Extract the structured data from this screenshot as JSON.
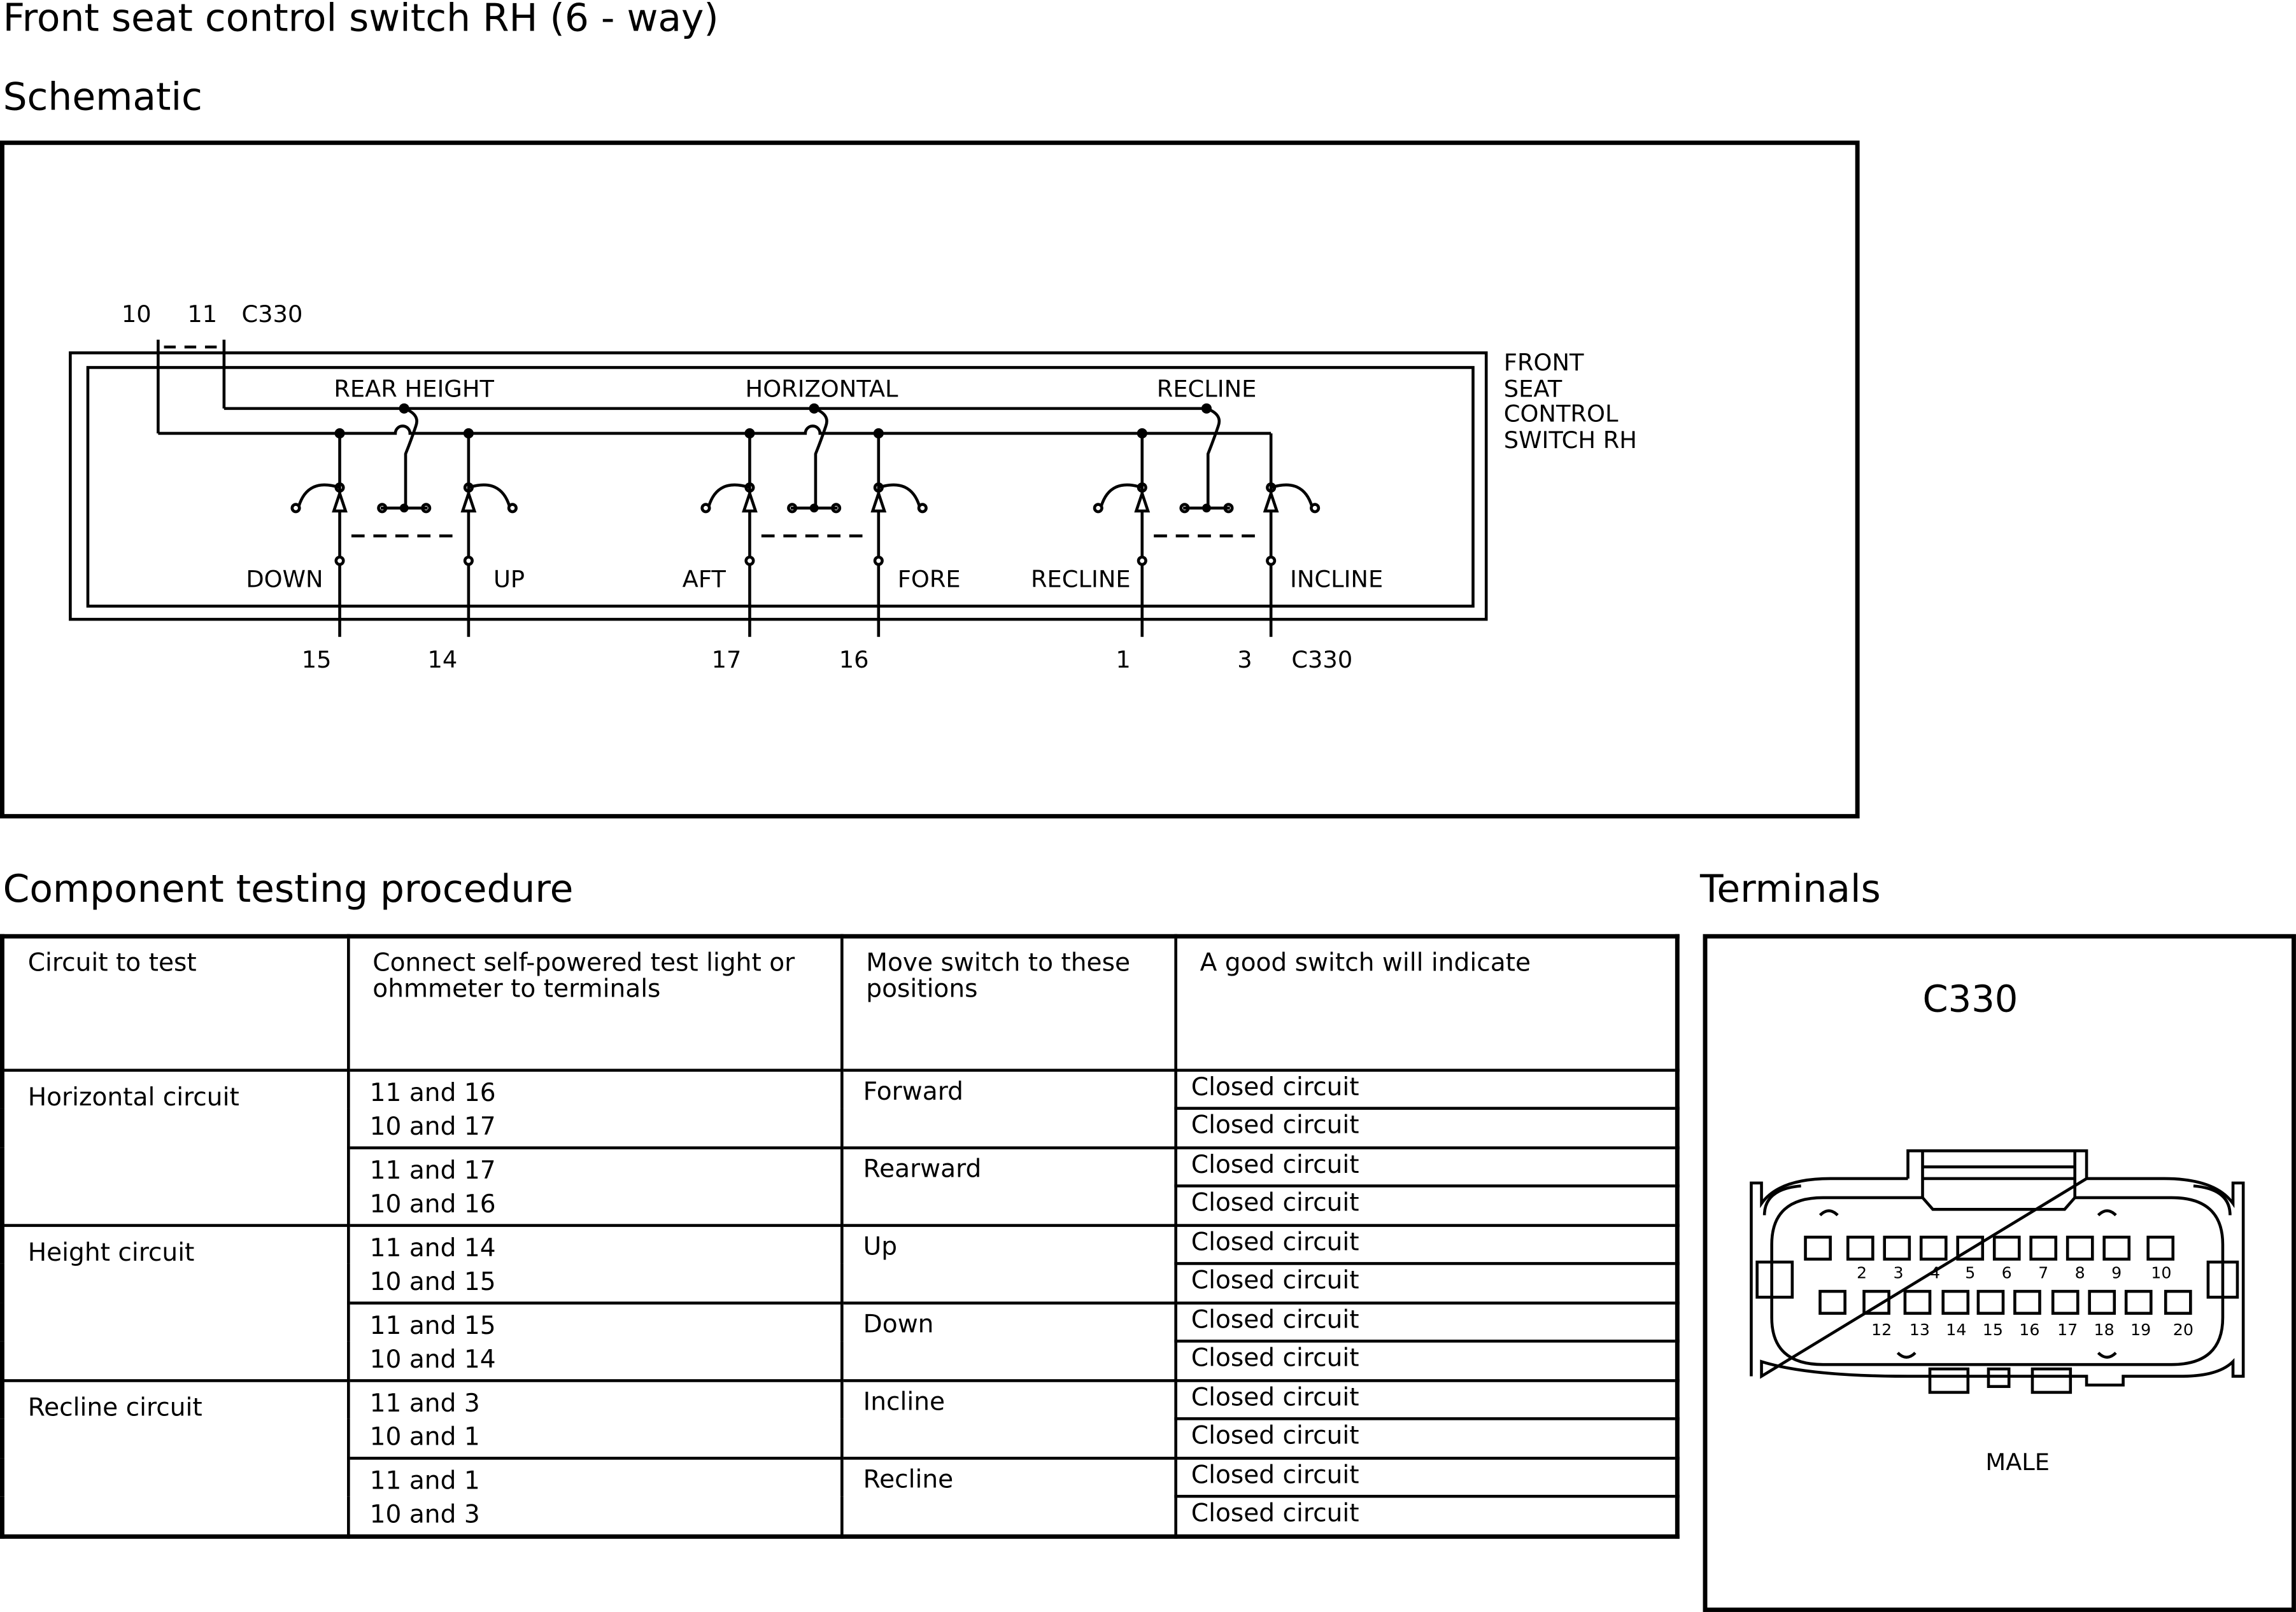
{
  "page_title": "Front seat control switch RH (6 - way)",
  "schematic": {
    "heading": "Schematic",
    "component_label": [
      "FRONT",
      "SEAT",
      "CONTROL",
      "SWITCH RH"
    ],
    "top_pins": [
      "10",
      "11",
      "C330"
    ],
    "groups": [
      "REAR HEIGHT",
      "HORIZONTAL",
      "RECLINE"
    ],
    "positions": [
      "DOWN",
      "UP",
      "AFT",
      "FORE",
      "RECLINE",
      "INCLINE"
    ],
    "bottom_pins": [
      "15",
      "14",
      "17",
      "16",
      "1",
      "3",
      "C330"
    ]
  },
  "procedure": {
    "heading": "Component testing procedure",
    "headers": [
      "Circuit to test",
      "Connect self-powered test light or ohmmeter to terminals",
      "Move switch to these positions",
      "A good switch will indicate"
    ],
    "circuits": [
      {
        "name": "Horizontal circuit",
        "tests": [
          {
            "terminals": [
              "11 and 16",
              "10 and 17"
            ],
            "position": "Forward",
            "results": [
              "Closed circuit",
              "Closed circuit"
            ]
          },
          {
            "terminals": [
              "11 and 17",
              "10 and 16"
            ],
            "position": "Rearward",
            "results": [
              "Closed circuit",
              "Closed circuit"
            ]
          }
        ]
      },
      {
        "name": "Height circuit",
        "tests": [
          {
            "terminals": [
              "11 and 14",
              "10 and 15"
            ],
            "position": "Up",
            "results": [
              "Closed circuit",
              "Closed circuit"
            ]
          },
          {
            "terminals": [
              "11 and 15",
              "10 and 14"
            ],
            "position": "Down",
            "results": [
              "Closed circuit",
              "Closed circuit"
            ]
          }
        ]
      },
      {
        "name": "Recline circuit",
        "tests": [
          {
            "terminals": [
              "11 and 3",
              "10 and 1"
            ],
            "position": "Incline",
            "results": [
              "Closed circuit",
              "Closed circuit"
            ]
          },
          {
            "terminals": [
              "11 and 1",
              "10 and 3"
            ],
            "position": "Recline",
            "results": [
              "Closed circuit",
              "Closed circuit"
            ]
          }
        ]
      }
    ]
  },
  "terminals": {
    "heading": "Terminals",
    "connector": "C330",
    "gender": "MALE",
    "row1_pins": [
      "2",
      "3",
      "4",
      "5",
      "6",
      "7",
      "8",
      "9",
      "10"
    ],
    "row2_pins": [
      "12",
      "13",
      "14",
      "15",
      "16",
      "17",
      "18",
      "19",
      "20"
    ]
  }
}
